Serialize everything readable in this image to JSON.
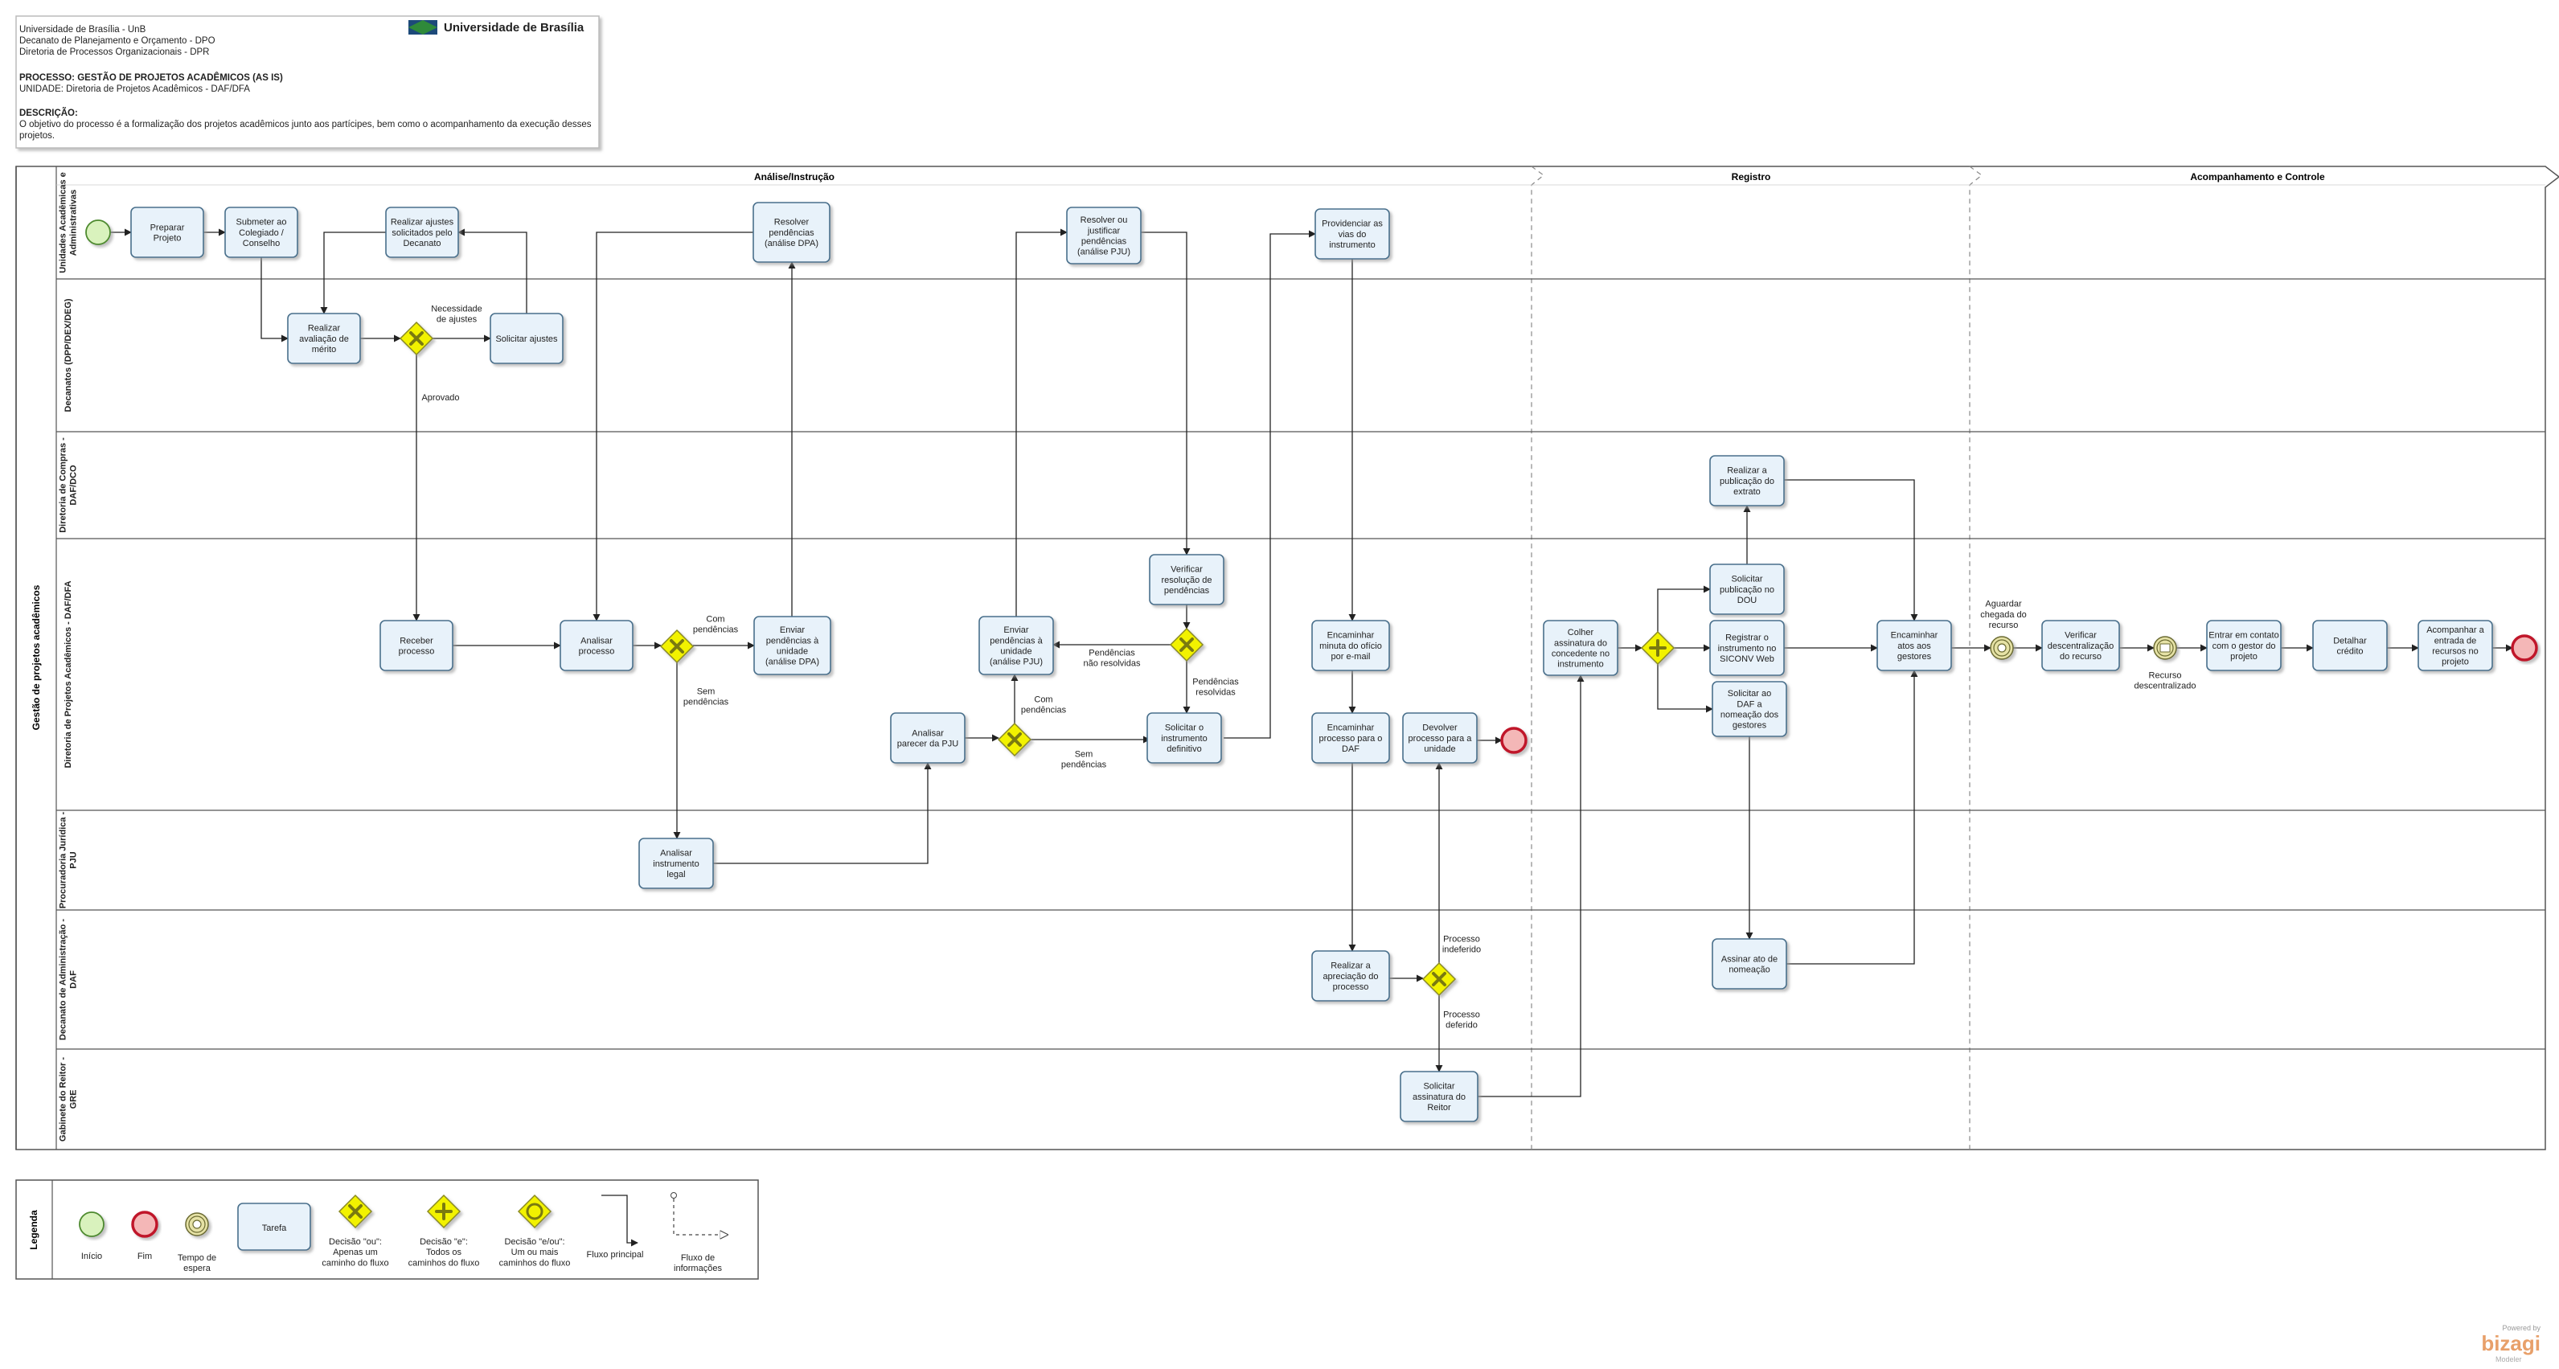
{
  "header": {
    "lines": [
      "Universidade de Brasília - UnB",
      "Decanato de Planejamento e Orçamento - DPO",
      "Diretoria de Processos Organizacionais - DPR"
    ],
    "process": "PROCESSO: GESTÃO DE PROJETOS ACADÊMICOS (AS IS)",
    "unit": "UNIDADE: Diretoria de Projetos Acadêmicos - DAF/DFA",
    "desc_title": "DESCRIÇÃO:",
    "desc_line1": "O objetivo do processo é a formalização dos projetos acadêmicos junto aos partícipes, bem como o acompanhamento da execução desses",
    "desc_line2": "projetos.",
    "logo_text": "Universidade de Brasília"
  },
  "pool": {
    "title": "Gestão de projetos acadêmicos"
  },
  "phases": [
    "Análise/Instrução",
    "Registro",
    "Acompanhamento e Controle"
  ],
  "lanes": [
    [
      "Unidades Acadêmicas e",
      "Administrativas"
    ],
    [
      "Decanatos (DPP/DEX/DEG)"
    ],
    [
      "Diretoria de Compras -",
      "DAF/DCO"
    ],
    [
      "Diretoria de Projetos Acadêmicos - DAF/DFA"
    ],
    [
      "Procuradoria Jurídica -",
      "PJU"
    ],
    [
      "Decanato de Administração -",
      "DAF"
    ],
    [
      "Gabinete do Reitor -",
      "GRE"
    ]
  ],
  "tasks": [
    [
      "Preparar",
      "Projeto"
    ],
    [
      "Submeter ao",
      "Colegiado /",
      "Conselho"
    ],
    [
      "Realizar ajustes",
      "solicitados pelo",
      "Decanato"
    ],
    [
      "Resolver",
      "pendências",
      "(análise DPA)"
    ],
    [
      "Resolver ou",
      "justificar",
      "pendências",
      "(análise PJU)"
    ],
    [
      "Providenciar as",
      "vias do",
      "instrumento"
    ],
    [
      "Realizar",
      "avaliação de",
      "mérito"
    ],
    [
      "Solicitar ajustes"
    ],
    [
      "Realizar a",
      "publicação do",
      "extrato"
    ],
    [
      "Verificar",
      "resolução de",
      "pendências"
    ],
    [
      "Receber",
      "processo"
    ],
    [
      "Analisar",
      "processo"
    ],
    [
      "Enviar",
      "pendências à",
      "unidade",
      "(análise DPA)"
    ],
    [
      "Enviar",
      "pendências à",
      "unidade",
      "(análise PJU)"
    ],
    [
      "Encaminhar",
      "minuta do ofício",
      "por e-mail"
    ],
    [
      "Colher",
      "assinatura do",
      "concedente no",
      "instrumento"
    ],
    [
      "Solicitar",
      "publicação no",
      "DOU"
    ],
    [
      "Registrar o",
      "instrumento no",
      "SICONV Web"
    ],
    [
      "Encaminhar",
      "atos aos",
      "gestores"
    ],
    [
      "Verificar",
      "descentralização",
      "do recurso"
    ],
    [
      "Entrar em contato",
      "com o gestor do",
      "projeto"
    ],
    [
      "Detalhar",
      "crédito"
    ],
    [
      "Acompanhar a",
      "entrada de",
      "recursos no",
      "projeto"
    ],
    [
      "Analisar",
      "parecer da PJU"
    ],
    [
      "Solicitar o",
      "instrumento",
      "definitivo"
    ],
    [
      "Encaminhar",
      "processo para o",
      "DAF"
    ],
    [
      "Devolver",
      "processo para a",
      "unidade"
    ],
    [
      "Solicitar ao",
      "DAF a",
      "nomeação dos",
      "gestores"
    ],
    [
      "Analisar",
      "instrumento",
      "legal"
    ],
    [
      "Realizar a",
      "apreciação do",
      "processo"
    ],
    [
      "Assinar ato de",
      "nomeação"
    ],
    [
      "Solicitar",
      "assinatura do",
      "Reitor"
    ]
  ],
  "labels": [
    [
      "Necessidade",
      "de ajustes"
    ],
    [
      "Aprovado"
    ],
    [
      "Com",
      "pendências"
    ],
    [
      "Sem",
      "pendências"
    ],
    [
      "Pendências",
      "não resolvidas"
    ],
    [
      "Pendências",
      "resolvidas"
    ],
    [
      "Com",
      "pendências"
    ],
    [
      "Sem",
      "pendências"
    ],
    [
      "Aguardar",
      "chegada do",
      "recurso"
    ],
    [
      "Recurso",
      "descentralizado"
    ],
    [
      "Processo",
      "indeferido"
    ],
    [
      "Processo",
      "deferido"
    ]
  ],
  "legend": {
    "title": "Legenda",
    "items": [
      [
        "Início"
      ],
      [
        "Fim"
      ],
      [
        "Tempo de",
        "espera"
      ],
      [
        "Tarefa"
      ],
      [
        "Decisão \"ou\":",
        "Apenas um",
        "caminho do fluxo"
      ],
      [
        "Decisão \"e\":",
        "Todos os",
        "caminhos do fluxo"
      ],
      [
        "Decisão \"e/ou\":",
        "Um ou mais",
        "caminhos do fluxo"
      ],
      [
        "Fluxo principal"
      ],
      [
        "Fluxo de",
        "informações"
      ]
    ]
  },
  "footer": {
    "powered": "Powered by",
    "brand": "bizagi",
    "sub": "Modeler"
  },
  "colors": {
    "task_fill": "#e8f2fa",
    "task_stroke": "#4a6f8c",
    "gateway_fill": "#f2f200",
    "gateway_stroke": "#8a8a20",
    "start_fill": "#d9f2bd",
    "start_stroke": "#4d8a2e",
    "end_fill": "#f4b7b7",
    "end_stroke": "#c0182a",
    "timer_fill": "#e6e2a6",
    "logo_blue": "#1d4a7a",
    "logo_green": "#2f8a3a",
    "brand_orange": "#e8a06a"
  }
}
